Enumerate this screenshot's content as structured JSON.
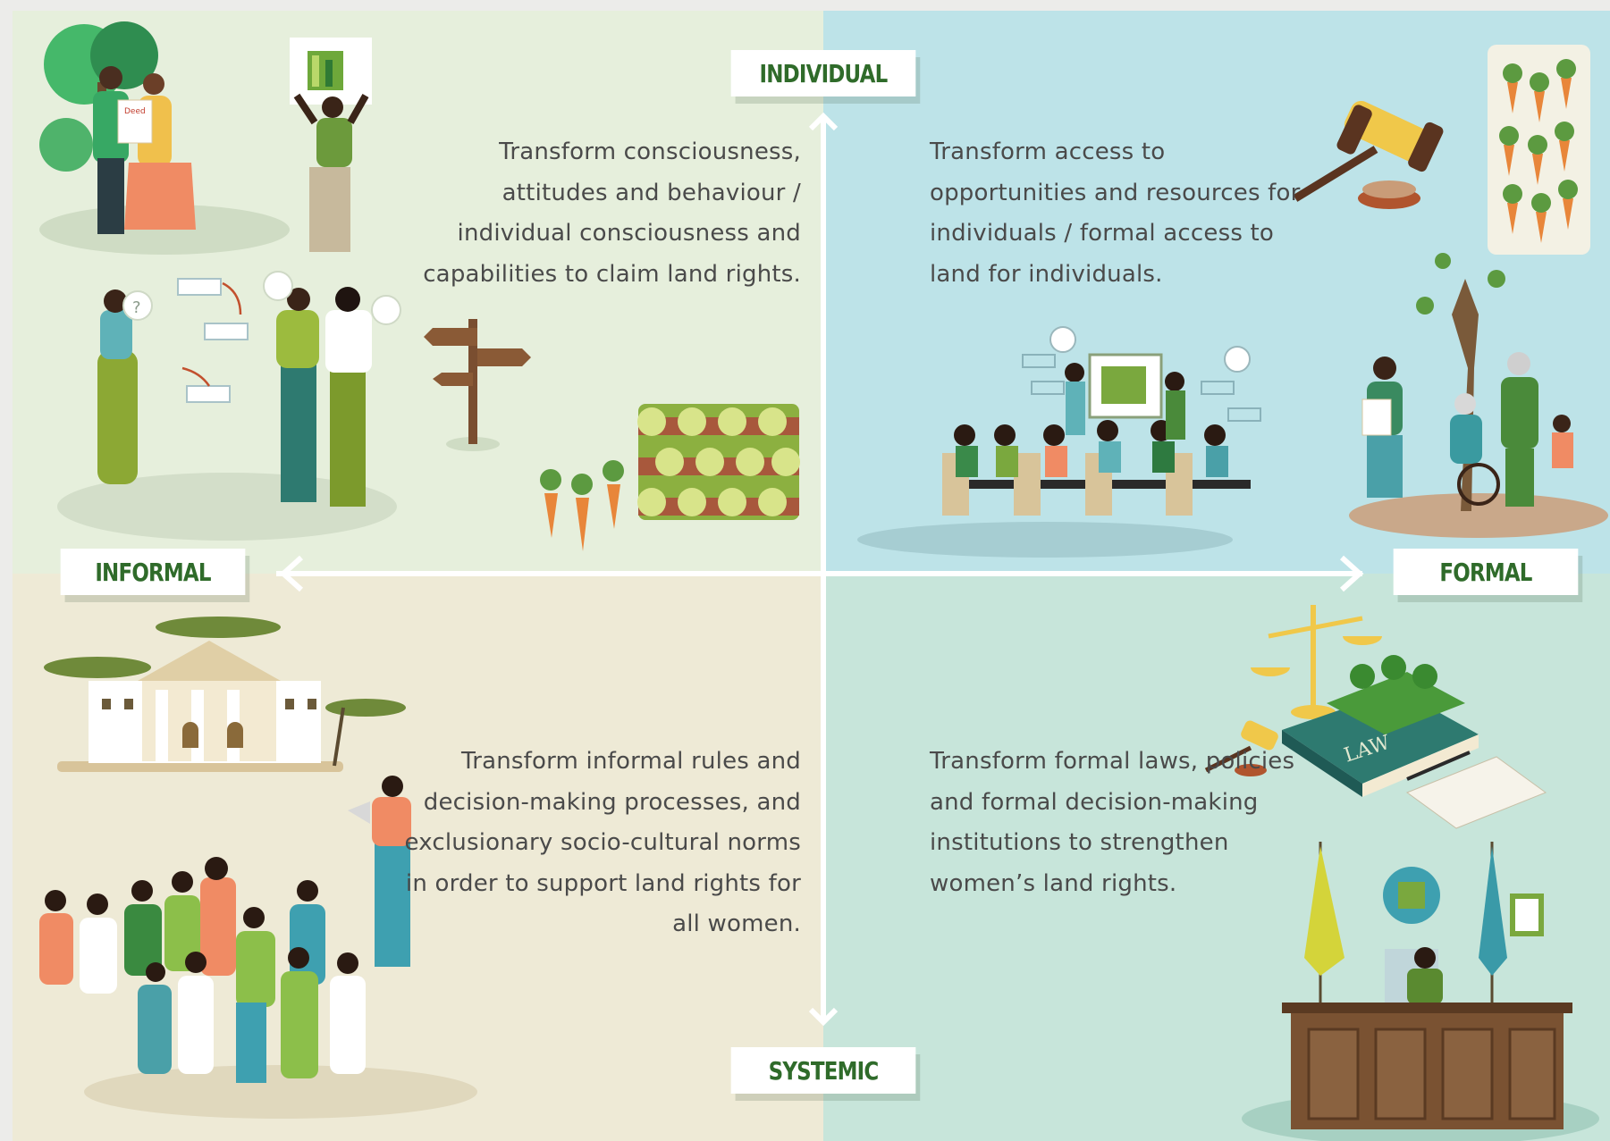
{
  "axes": {
    "top": "INDIVIDUAL",
    "bottom": "SYSTEMIC",
    "left": "INFORMAL",
    "right": "FORMAL"
  },
  "quadrants": {
    "individual_informal": "Transform consciousness, attitudes and behaviour / individual consciousness and capabilities to claim land rights.",
    "individual_formal": "Transform access to opportunities and resources for individuals / formal access to land for individuals.",
    "systemic_informal": "Transform informal rules and decision-making processes, and exclusionary socio-cultural norms in order to support land rights for all women.",
    "systemic_formal": "Transform formal laws, policies and formal decision-making institutions to strengthen women’s land rights."
  },
  "illustration_labels": {
    "deed": "Deed",
    "law_book": "LAW",
    "question_mark": "?"
  },
  "colors": {
    "quadrant_tl": "#e6efdc",
    "quadrant_tr": "#bde3e8",
    "quadrant_bl": "#eeead6",
    "quadrant_br": "#c7e5da",
    "axis_label_text": "#2f6b2a",
    "axis_line": "#ffffff",
    "body_text": "#4a4a4a"
  }
}
